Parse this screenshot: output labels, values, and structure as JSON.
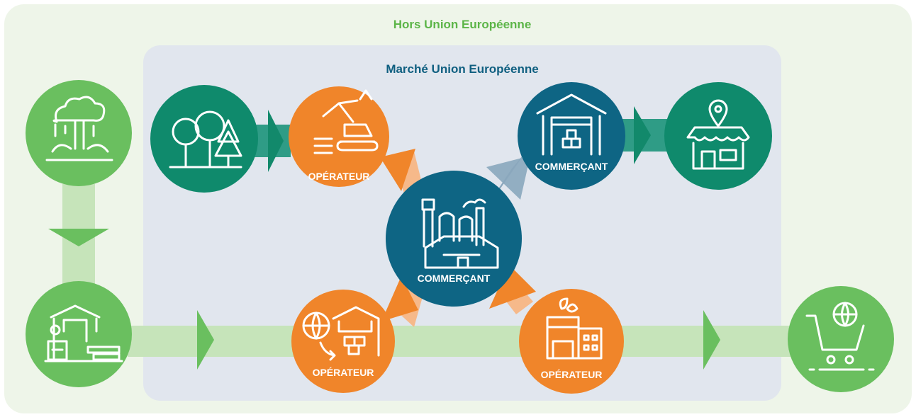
{
  "regions": {
    "outside": "Hors Union Européenne",
    "inside": "Marché Union Européenne"
  },
  "labels": {
    "operator_harvest": "OPÉRATEUR",
    "trader_warehouse": "COMMERÇANT",
    "trader_factory": "COMMERÇANT",
    "operator_import": "OPÉRATEUR",
    "operator_producer": "OPÉRATEUR"
  },
  "colors": {
    "outer_bg": "#eef5e9",
    "inner_bg": "#e1e6ee",
    "outside_title": "#5cb548",
    "inside_title": "#0f5f80",
    "light_green": "#6abf5f",
    "dark_green": "#0f8a6c",
    "orange": "#f0852a",
    "navy": "#0e6584",
    "path_light_green": "#c6e4ba",
    "arrow_light_green": "#6abf5f",
    "path_teal": "#2f9c86",
    "arrow_teal": "#12896b",
    "path_orange": "#f6b98a",
    "path_navy": "#8aa7bd"
  },
  "icons": {
    "tropical_forest": "tropical-forest-icon",
    "forest": "forest-icon",
    "excavator": "excavator-icon",
    "warehouse": "warehouse-icon",
    "shop": "shop-location-icon",
    "factory": "factory-icon",
    "sawmill": "sawmill-icon",
    "global_import": "global-import-icon",
    "producer": "producer-building-icon",
    "ecommerce": "ecommerce-cart-icon"
  }
}
